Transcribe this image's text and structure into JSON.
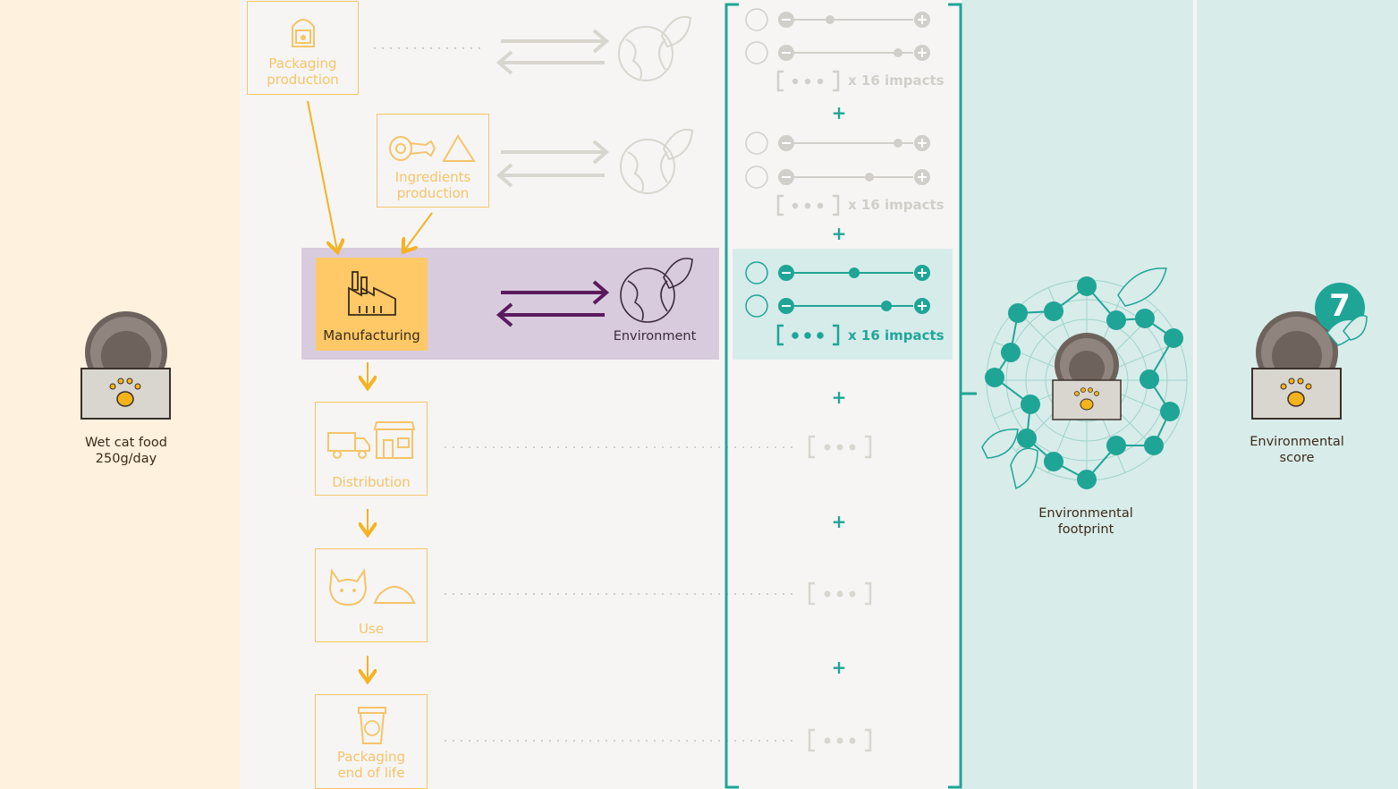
{
  "left_panel": {
    "product_line1": "Wet cat food",
    "product_line2": "250g/day"
  },
  "stages": {
    "packaging_production": {
      "line1": "Packaging",
      "line2": "production"
    },
    "ingredients_production": {
      "line1": "Ingredients",
      "line2": "production"
    },
    "manufacturing": {
      "label": "Manufacturing"
    },
    "distribution": {
      "label": "Distribution"
    },
    "use": {
      "label": "Use"
    },
    "packaging_end_of_life": {
      "line1": "Packaging",
      "line2": "end of life"
    }
  },
  "environment_label": "Environment",
  "impacts": {
    "count_label": "x 16 impacts",
    "ellipsis": "• • •",
    "plus": "+"
  },
  "footprint": {
    "line1": "Environmental",
    "line2": "footprint"
  },
  "score": {
    "value": "7",
    "line1": "Environmental",
    "line2": "score"
  },
  "colors": {
    "left_bg": "#fef1dd",
    "mid_bg": "#f6f5f3",
    "teal_bg": "#d8ecea",
    "purple_band": "#d8cbde",
    "yellow": "#f5b223",
    "teal": "#1fa596",
    "purple": "#5b1a5e",
    "grey": "#d2cfca"
  }
}
